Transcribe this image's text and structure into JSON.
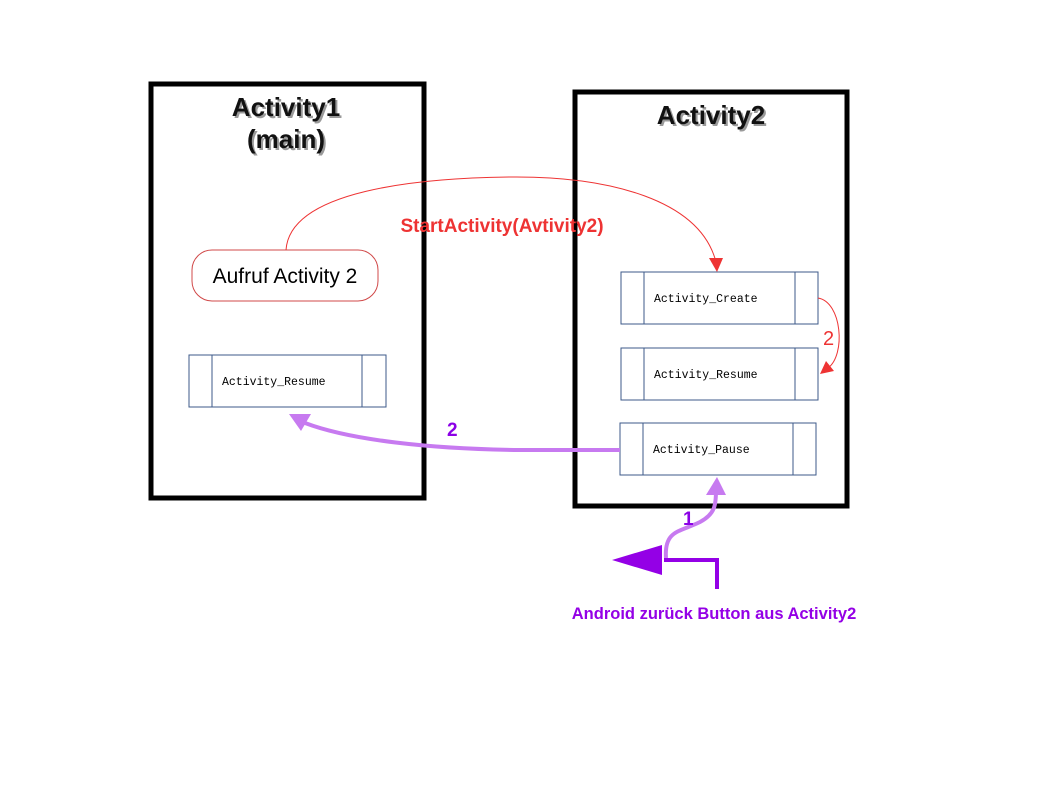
{
  "colors": {
    "frame": "#000000",
    "process_border": "#3c5a8a",
    "call_border": "#d04848",
    "red_arrow": "#ee3333",
    "light_purple": "#c77af0",
    "dark_purple": "#9400e6"
  },
  "activity1": {
    "title_line1": "Activity1",
    "title_line2": "(main)",
    "call_box": "Aufruf Activity 2",
    "resume_box": "Activity_Resume"
  },
  "activity2": {
    "title": "Activity2",
    "create_box": "Activity_Create",
    "resume_box": "Activity_Resume",
    "pause_box": "Activity_Pause"
  },
  "arrows": {
    "start_activity_label": "StartActivity(Avtivity2)",
    "create_to_resume_label": "2",
    "pause_to_resume_label": "2",
    "back_to_pause_label": "1"
  },
  "back_button": {
    "icon": "back-arrow-icon",
    "caption": "Android zurück Button aus Activity2"
  }
}
